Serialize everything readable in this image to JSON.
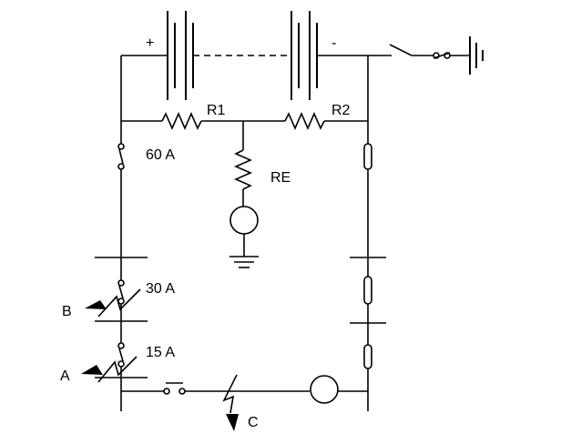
{
  "labels": {
    "battery_plus": "+",
    "battery_minus": "-",
    "r1": "R1",
    "r2": "R2",
    "re": "RE",
    "fuse_60": "60 A",
    "fuse_30": "30 A",
    "fuse_15": "15 A",
    "fault_a": "A",
    "fault_b": "B",
    "fault_c": "C"
  }
}
